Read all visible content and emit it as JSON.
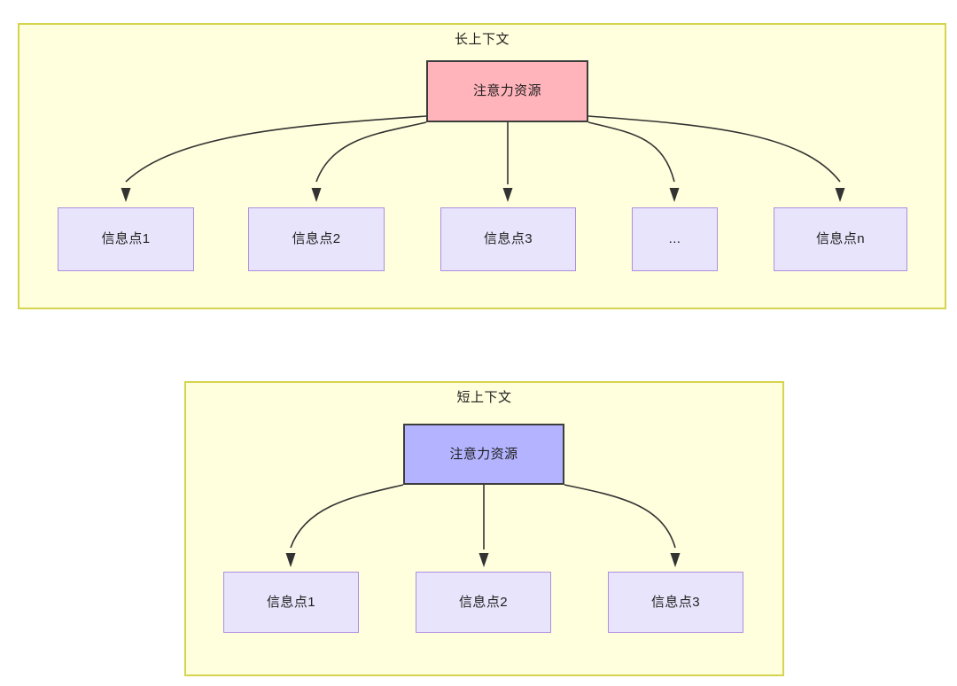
{
  "diagram": {
    "title_long": "长上下文",
    "title_short": "短上下文",
    "colors": {
      "group_fill": "#ffffdd",
      "group_border": "#d6d34e",
      "attention_long_fill": "#ffb3ba",
      "attention_short_fill": "#b3b3ff",
      "attention_border": "#3d3d3d",
      "info_fill": "#e8e4fb",
      "info_border": "#ae8ee0",
      "edge_stroke": "#333333",
      "text": "#1f1f1f"
    }
  },
  "long_context": {
    "title": "长上下文",
    "root": {
      "label": "注意力资源"
    },
    "nodes": [
      {
        "label": "信息点1"
      },
      {
        "label": "信息点2"
      },
      {
        "label": "信息点3"
      },
      {
        "label": "..."
      },
      {
        "label": "信息点n"
      }
    ]
  },
  "short_context": {
    "title": "短上下文",
    "root": {
      "label": "注意力资源"
    },
    "nodes": [
      {
        "label": "信息点1"
      },
      {
        "label": "信息点2"
      },
      {
        "label": "信息点3"
      }
    ]
  }
}
